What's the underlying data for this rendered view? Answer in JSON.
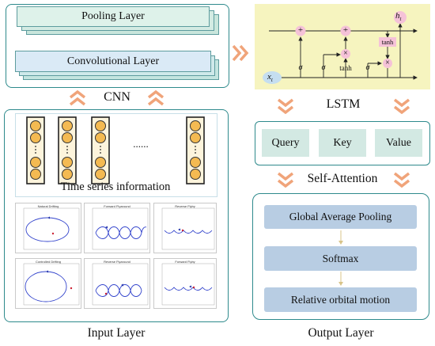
{
  "cnn": {
    "pooling_layer": "Pooling Layer",
    "convolutional_layer": "Convolutional Layer",
    "label": "CNN"
  },
  "input": {
    "ellipsis": "......",
    "caption": "Time series information",
    "label": "Input Layer",
    "plots": [
      {
        "title": "Natural Drifting"
      },
      {
        "title": "Forward Flyaround"
      },
      {
        "title": "Reverse Flyby"
      },
      {
        "title": "Controlled Drifting"
      },
      {
        "title": "Reverse Flyaround"
      },
      {
        "title": "Forward Flyby"
      }
    ]
  },
  "lstm": {
    "label": "LSTM",
    "sigma1": "σ",
    "sigma2": "σ",
    "sigma3": "σ",
    "tanh1": "tanh",
    "tanh2": "tanh",
    "plus": "+",
    "times": "×",
    "xt_base": "x",
    "xt_sub": "t",
    "ht_base": "h",
    "ht_sub": "t"
  },
  "attention": {
    "query": "Query",
    "key": "Key",
    "value": "Value",
    "label": "Self-Attention"
  },
  "output": {
    "global_average_pooling": "Global Average Pooling",
    "softmax": "Softmax",
    "relative_orbital_motion": "Relative orbital motion",
    "label": "Output Layer"
  },
  "colors": {
    "panel_border": "#2e8a8c",
    "chevron": "#f0a47a",
    "lstm_bg": "#f6f4bf",
    "teal_fill": "#d3e9e3",
    "blue_fill": "#b8cde3",
    "node_fill": "#f4ba52",
    "node_stroke": "#333333",
    "gate_fill": "#f5c2d8",
    "xt_fill": "#c5def0"
  }
}
